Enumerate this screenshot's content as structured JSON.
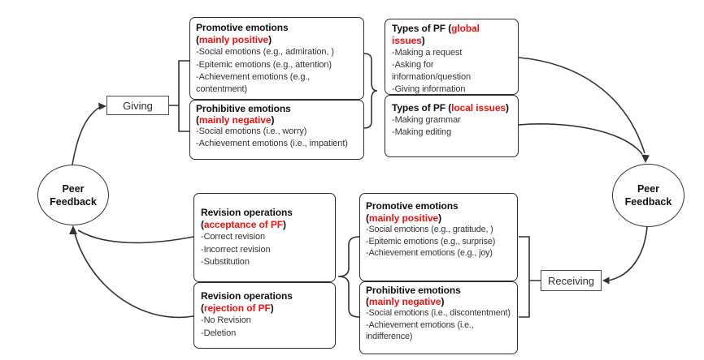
{
  "colors": {
    "accent_red": "#ee1111",
    "line": "#333333",
    "border": "#2d2d2d"
  },
  "circles": {
    "left": {
      "label": "Peer Feedback"
    },
    "right": {
      "label": "Peer Feedback"
    }
  },
  "actions": {
    "giving": "Giving",
    "receiving": "Receiving"
  },
  "panels": {
    "top_promotive": {
      "title": "Promotive emotions",
      "sub_open": "(",
      "sub_accent": "mainly positive",
      "sub_close": ")",
      "items": [
        "-Social emotions (e.g., admiration, )",
        "-Epitemic emotions (e.g., attention)",
        "-Achievement emotions (e.g., contentment)"
      ]
    },
    "top_prohibitive": {
      "title": "Prohibitive emotions",
      "sub_open": "(",
      "sub_accent": "mainly negative",
      "sub_close": ")",
      "items": [
        "-Social emotions (i.e., worry)",
        "-Achievement emotions (i.e., impatient)"
      ]
    },
    "types_global": {
      "title_pre": "Types of PF (",
      "title_accent": "global issues",
      "title_close": ")",
      "items": [
        "-Making a request",
        "-Asking for information/question",
        "-Giving information"
      ]
    },
    "types_local": {
      "title_pre": "Types of PF (",
      "title_accent": "local issues",
      "title_close": ")",
      "items": [
        "-Making grammar",
        "-Making editing"
      ]
    },
    "rev_accept": {
      "title": "Revision operations",
      "sub_open": "(",
      "sub_accent": "acceptance of PF",
      "sub_close": ")",
      "items": [
        "-Correct revision",
        "-Incorrect revision",
        "-Substitution"
      ]
    },
    "rev_reject": {
      "title": "Revision operations",
      "sub_open": "(",
      "sub_accent": "rejection of PF",
      "sub_close": ")",
      "items": [
        "-No Revision",
        "-Deletion"
      ]
    },
    "bot_promotive": {
      "title": "Promotive emotions",
      "sub_open": "(",
      "sub_accent": "mainly positive",
      "sub_close": ")",
      "items": [
        "-Social emotions (e.g., gratitude, )",
        "-Epitemic emotions (e.g., surprise)",
        "-Achievement emotions (e.g., joy)"
      ]
    },
    "bot_prohibitive": {
      "title": "Prohibitive emotions",
      "sub_open": "(",
      "sub_accent": "mainly negative",
      "sub_close": ")",
      "items": [
        "-Social emotions (i.e., discontentment)",
        "-Achievement emotions (i.e., indifference)"
      ]
    }
  }
}
